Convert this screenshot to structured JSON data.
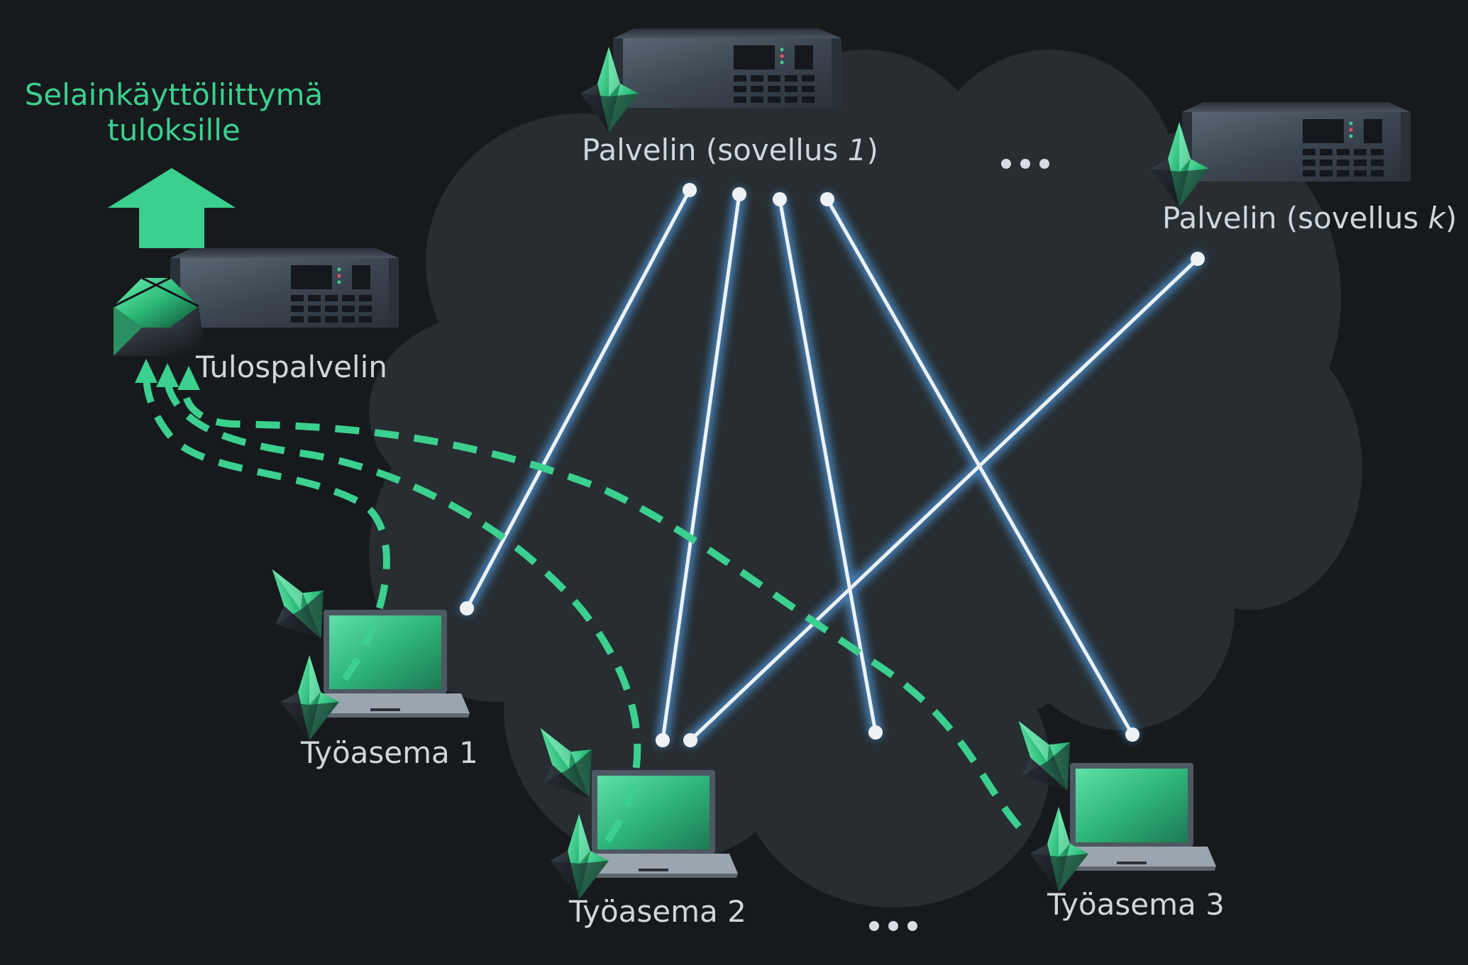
{
  "browser_ui": {
    "label_line1": "Selainkäyttöliittymä",
    "label_line2": "tuloksille"
  },
  "result_server": {
    "label": "Tulospalvelin"
  },
  "app_server_1": {
    "label_prefix": "Palvelin (sovellus ",
    "label_var": "1",
    "label_suffix": ")"
  },
  "app_server_k": {
    "label_prefix": "Palvelin (sovellus ",
    "label_var": "k",
    "label_suffix": ")"
  },
  "workstations": [
    {
      "label": "Työasema 1"
    },
    {
      "label": "Työasema 2"
    },
    {
      "label": "Työasema 3"
    }
  ],
  "ellipsis_top": "...",
  "ellipsis_bottom": "...",
  "colors": {
    "background": "#171a1d",
    "cloud": "#272d31",
    "accent_green": "#3bd08f",
    "connection_line": "#eef2f5",
    "connection_glow": "#4f96d8",
    "label": "#cfd6dc"
  }
}
